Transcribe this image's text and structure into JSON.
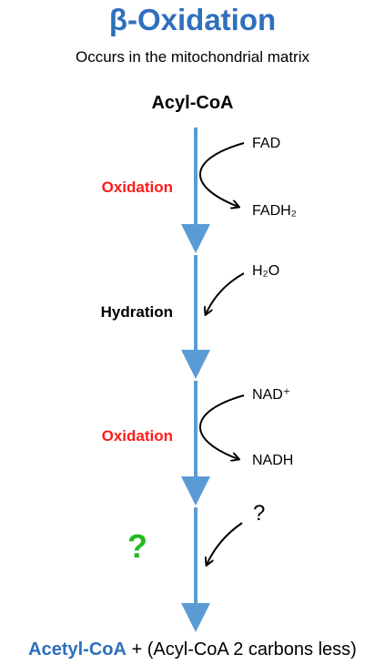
{
  "title": "β-Oxidation",
  "subtitle": "Occurs in the mitochondrial matrix",
  "start": "Acyl-CoA",
  "steps": [
    {
      "name": "Oxidation",
      "in": "FAD",
      "out": "FADH₂"
    },
    {
      "name": "Hydration",
      "in": "H₂O"
    },
    {
      "name": "Oxidation",
      "in": "NAD⁺",
      "out": "NADH"
    },
    {
      "name": "?",
      "in": "?"
    }
  ],
  "product": {
    "main": "Acetyl-CoA",
    "rest": "+ (Acyl-CoA 2 carbons less)"
  },
  "colors": {
    "title": "#2f6fbd",
    "arrow": "#5b9bd5",
    "oxidation": "#ff1a1a",
    "unknown_step": "#22bb22",
    "product": "#2f6fbd"
  }
}
